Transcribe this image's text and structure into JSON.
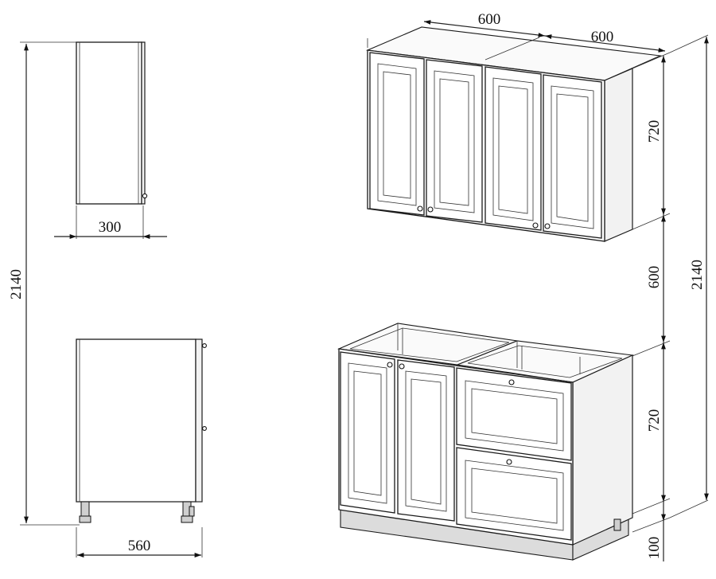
{
  "dimensions": {
    "overall_height_left": "2140",
    "upper_depth": "300",
    "lower_depth": "560",
    "upper_width_a": "600",
    "upper_width_b": "600",
    "upper_height": "720",
    "gap_height": "600",
    "overall_height_right": "2140",
    "lower_height": "720",
    "plinth_height": "100"
  },
  "colors": {
    "line": "#1a1a1a",
    "face": "#ffffff",
    "side": "#f2f2f2",
    "plinth": "#dcdcdc"
  }
}
